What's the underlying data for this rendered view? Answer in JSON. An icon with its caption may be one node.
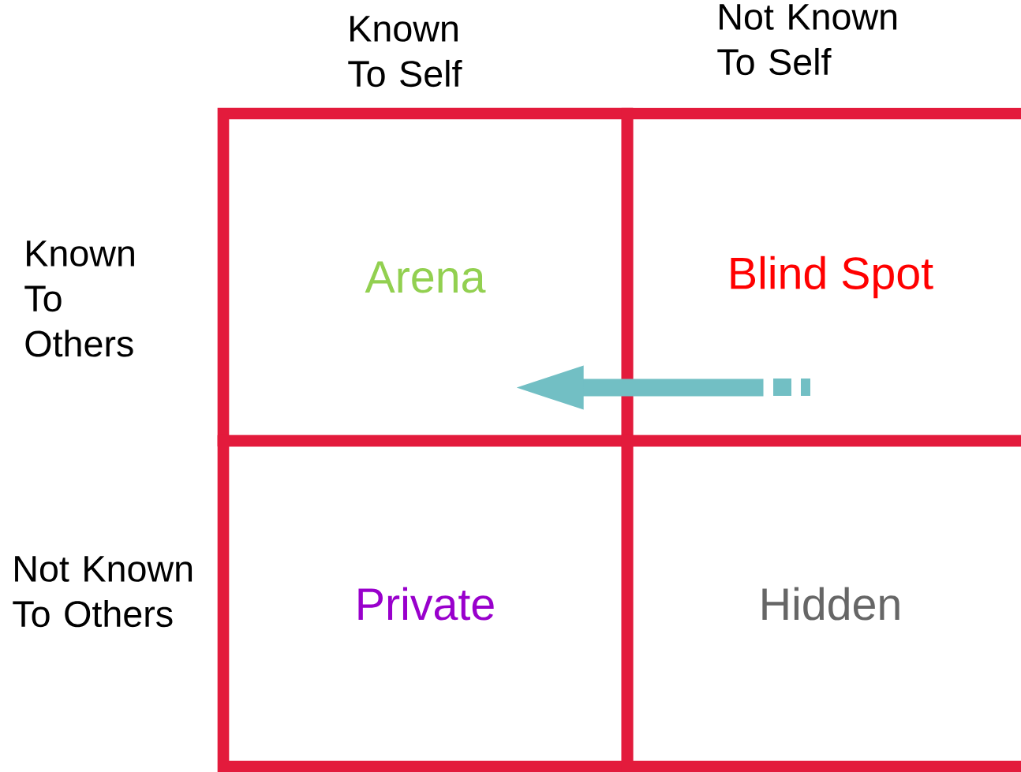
{
  "diagram": {
    "nodes": [
      {
        "text": [
          "Arena"
        ]
      },
      {
        "text": [
          "Blind Spot"
        ]
      },
      {
        "text": [
          "Private"
        ]
      },
      {
        "text": [
          "Hidden"
        ]
      }
    ],
    "edges": [
      {
        "from": 1,
        "to": 0,
        "arrow": "to",
        "color": "#72bfc4"
      }
    ],
    "labels": [
      "Known To Self",
      "Not Known To Self",
      "Known To Others",
      "Not Known To Others"
    ]
  }
}
